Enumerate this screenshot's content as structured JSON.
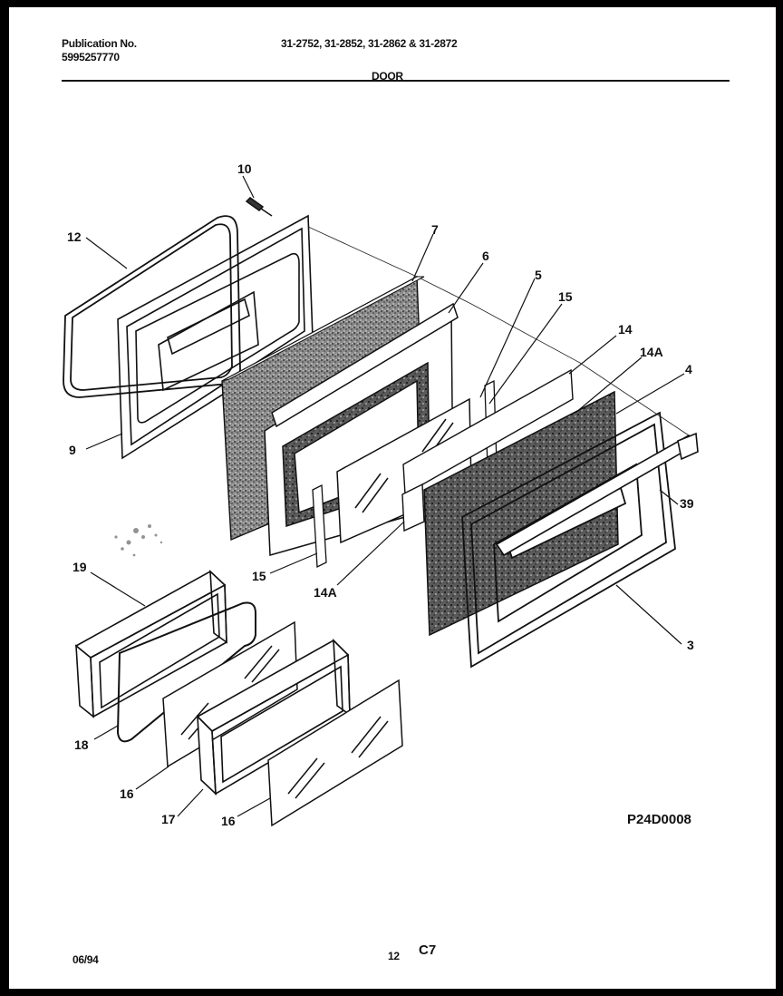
{
  "header": {
    "publication_label": "Publication No.",
    "publication_number": "5995257770",
    "models": "31-2752, 31-2852, 31-2862 & 31-2872",
    "section_title": "DOOR"
  },
  "callouts": [
    "10",
    "12",
    "7",
    "6",
    "5",
    "15",
    "14",
    "14A",
    "4",
    "9",
    "39",
    "15",
    "14A",
    "3",
    "19",
    "18",
    "16",
    "17",
    "16"
  ],
  "drawing_code": "P24D0008",
  "footer": {
    "date": "06/94",
    "page_number": "12",
    "page_code": "C7"
  },
  "colors": {
    "ink": "#111111",
    "paper": "#ffffff",
    "insulation": "#6e6e6e"
  }
}
